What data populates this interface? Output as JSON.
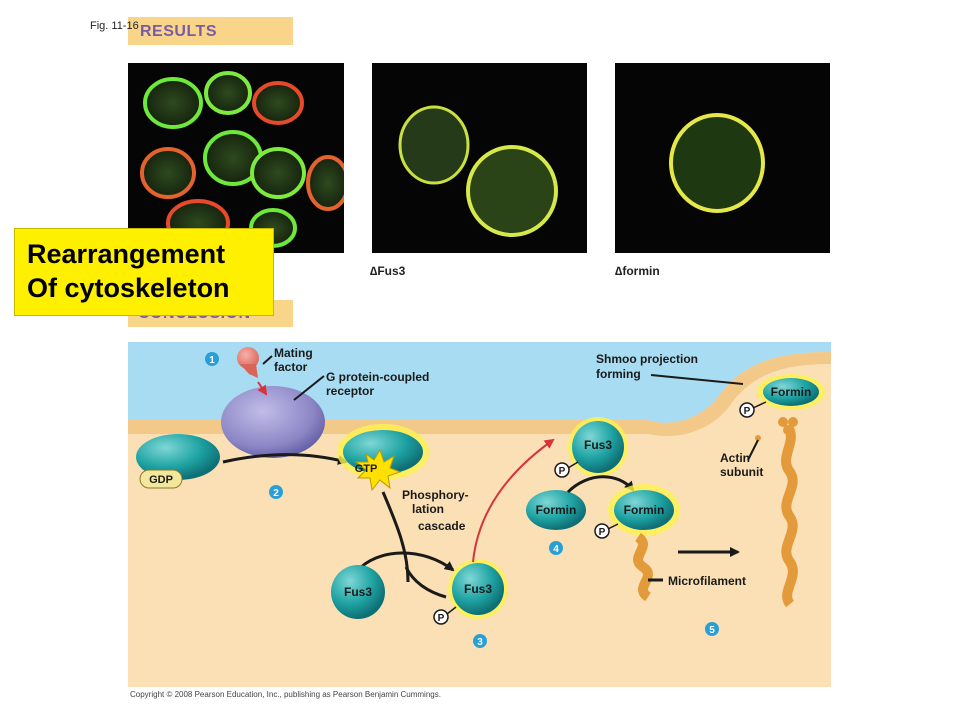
{
  "figure_label": "Fig. 11-16",
  "results": {
    "heading": "RESULTS",
    "panels": [
      {
        "caption": ""
      },
      {
        "caption": "∆Fus3"
      },
      {
        "caption": "∆formin"
      }
    ]
  },
  "conclusion": {
    "heading": "CONCLUSION"
  },
  "callout": {
    "line1": "Rearrangement",
    "line2": "Of cytoskeleton"
  },
  "diagram": {
    "steps": [
      "1",
      "2",
      "3",
      "4",
      "5"
    ],
    "labels": {
      "mating_factor_1": "Mating",
      "mating_factor_2": "factor",
      "receptor_1": "G protein-coupled",
      "receptor_2": "receptor",
      "gdp": "GDP",
      "gtp": "GTP",
      "phosphorylation_1": "Phosphory-",
      "phosphorylation_2": "lation",
      "cascade": "cascade",
      "fus3": "Fus3",
      "formin": "Formin",
      "p": "P",
      "shmoo_1": "Shmoo projection",
      "shmoo_2": "forming",
      "actin_1": "Actin",
      "actin_2": "subunit",
      "microfilament": "Microfilament"
    },
    "colors": {
      "extracellular": "#a8dcf2",
      "cytoplasm": "#fbe0b6",
      "membrane": "#f3c98a",
      "receptor": "#8c86c6",
      "g_protein": "#1fa3a3",
      "step_badge": "#2a9fd6",
      "arrow_red": "#d6333b",
      "actin": "#e39a3a",
      "gtp_burst": "#ffe000"
    }
  },
  "copyright": "Copyright © 2008 Pearson Education, Inc., publishing as Pearson Benjamin Cummings."
}
